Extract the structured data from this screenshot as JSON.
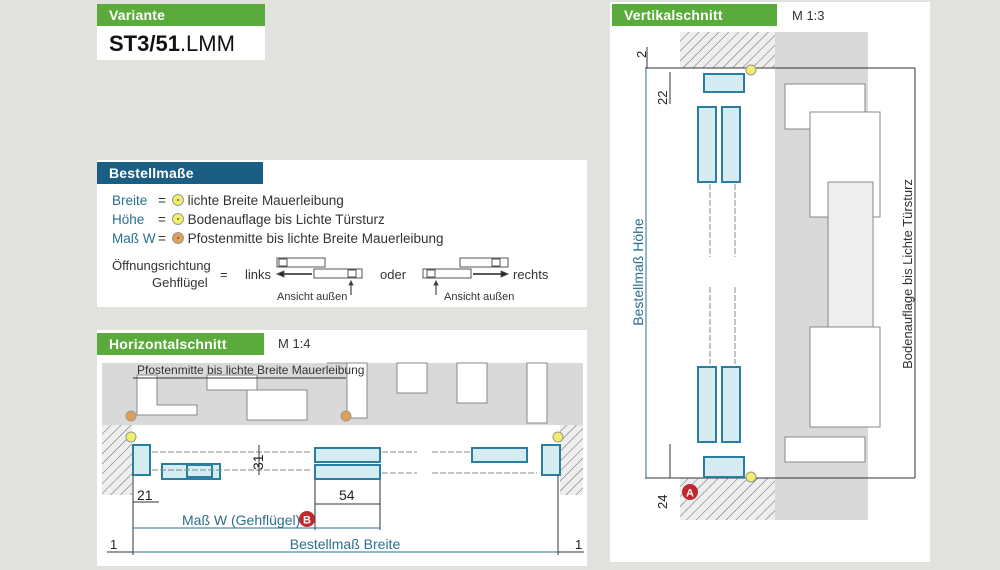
{
  "variante": {
    "header": "Variante",
    "code_bold": "ST3/51",
    "code_suffix": ".LMM"
  },
  "bestellmasse": {
    "header": "Bestellmaße",
    "rows": [
      {
        "label": "Breite",
        "eq": "=",
        "dot": "yellow",
        "text": "lichte Breite Mauerleibung"
      },
      {
        "label": "Höhe",
        "eq": "=",
        "dot": "yellow",
        "text": "Bodenauflage bis Lichte Türsturz"
      },
      {
        "label": "Maß W",
        "eq": "=",
        "dot": "orange",
        "text": "Pfostenmitte bis lichte Breite Mauerleibung"
      }
    ],
    "opening": {
      "label1": "Öffnungsrichtung",
      "label2": "Gehflügel",
      "eq": "=",
      "left": "links",
      "or": "oder",
      "right": "rechts",
      "view1": "Ansicht außen",
      "view2": "Ansicht außen"
    }
  },
  "horizontal": {
    "header": "Horizontalschnitt",
    "scale": "M 1:4",
    "top_label": "Pfostenmitte bis lichte Breite Mauerleibung",
    "dim_31": "31",
    "dim_21": "21",
    "dim_54": "54",
    "mass_w": "Maß W (Gehflügel)",
    "marker_b": "B",
    "breite": "Bestellmaß Breite",
    "dim_1_left": "1",
    "dim_1_right": "1"
  },
  "vertical": {
    "header": "Vertikalschnitt",
    "scale": "M 1:3",
    "dim_2": "2",
    "dim_22": "22",
    "dim_24": "24",
    "hoehe": "Bestellmaß Höhe",
    "boden": "Bodenauflage bis Lichte Türsturz",
    "marker_a": "A"
  },
  "colors": {
    "green": "#5aab3c",
    "blue": "#1b5e84",
    "profile": "#2a7fa0",
    "marker": "#c0282d",
    "yellow_dot": "#f2ee6a",
    "orange_dot": "#e0a05a"
  }
}
